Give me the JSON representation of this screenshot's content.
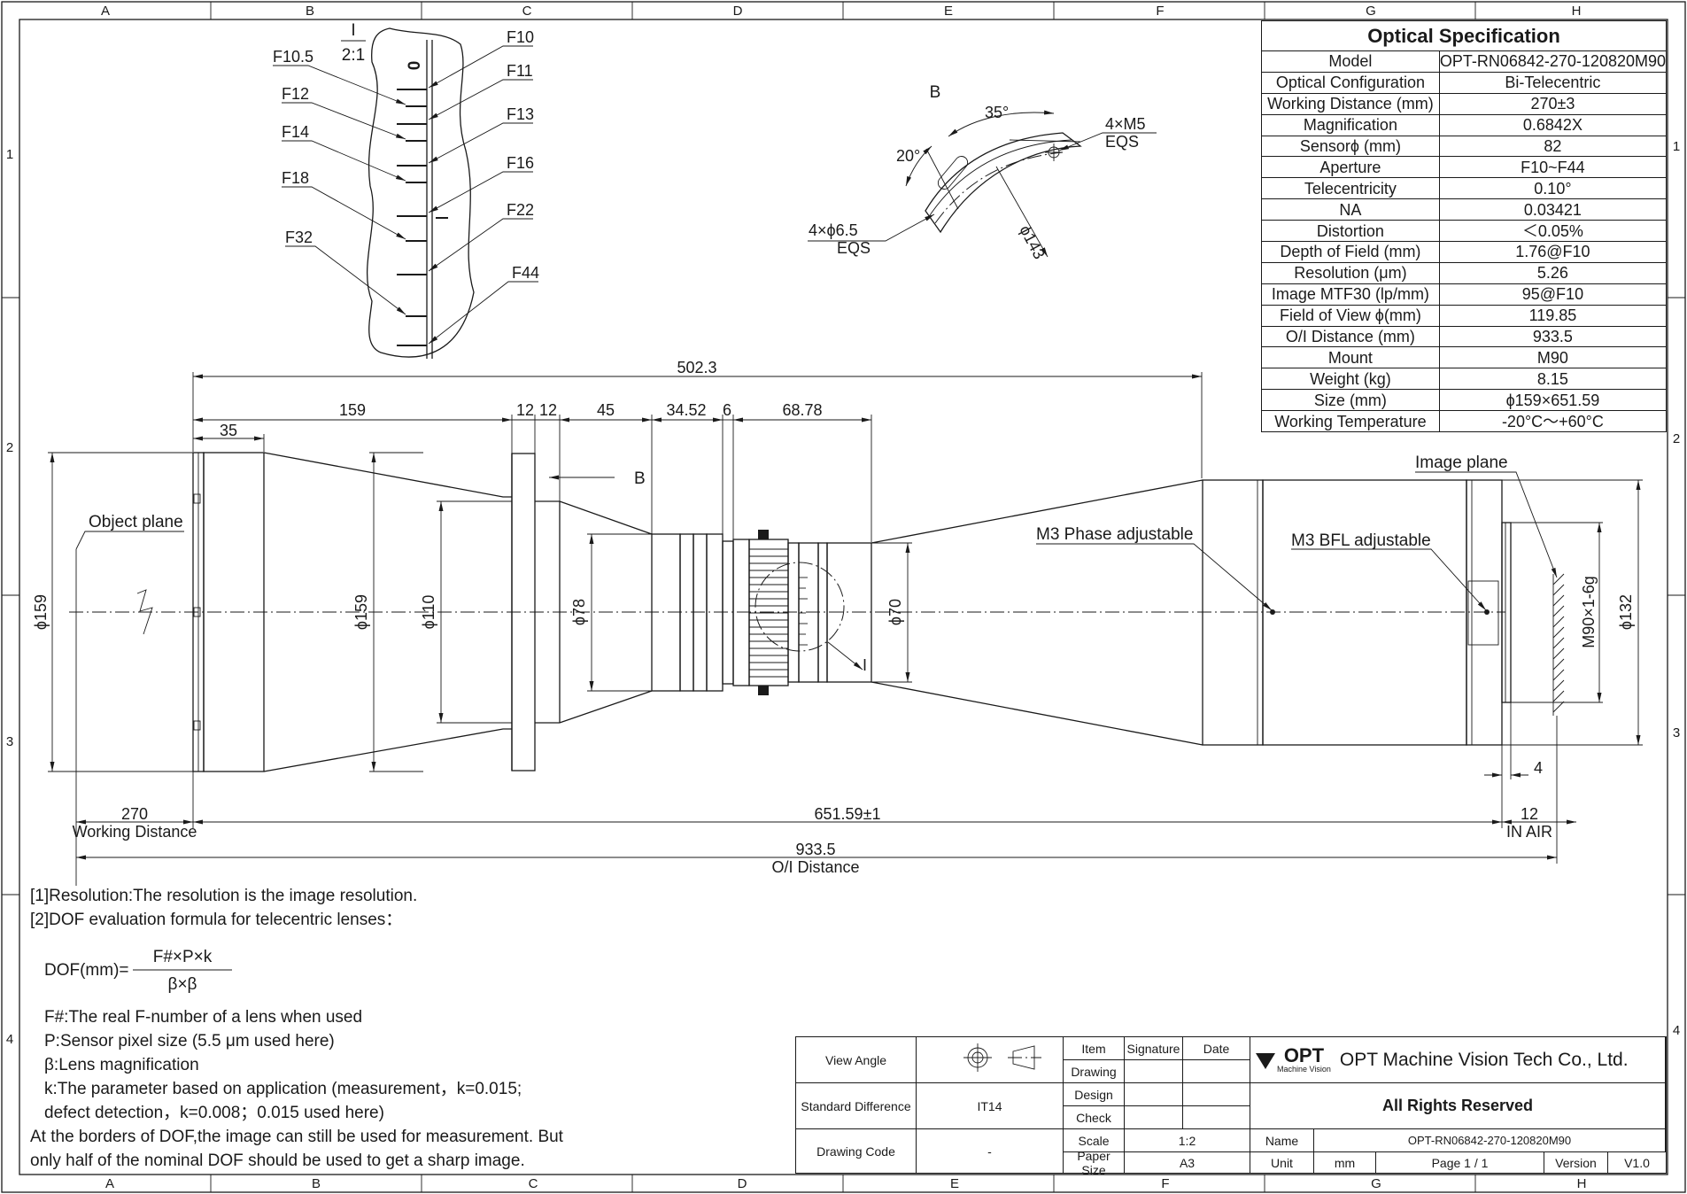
{
  "border": {
    "cols": [
      "A",
      "B",
      "C",
      "D",
      "E",
      "F",
      "G",
      "H"
    ],
    "rows": [
      "1",
      "2",
      "3",
      "4"
    ]
  },
  "detail_i": {
    "label": "I",
    "scale": "2:1",
    "mark": "0",
    "stops": [
      "F10",
      "F10.5",
      "F11",
      "F12",
      "F13",
      "F14",
      "F16",
      "F18",
      "F22",
      "F32",
      "F44"
    ]
  },
  "detail_b": {
    "label": "B",
    "angle1": "35°",
    "angle2": "20°",
    "thread": "4×M5",
    "thread_eqs": "EQS",
    "hole": "4×ϕ6.5",
    "hole_eqs": "EQS",
    "pcd": "ϕ143"
  },
  "spec": {
    "title": "Optical Specification",
    "rows": [
      [
        "Model",
        "OPT-RN06842-270-120820M90"
      ],
      [
        "Optical Configuration",
        "Bi-Telecentric"
      ],
      [
        "Working Distance (mm)",
        "270±3"
      ],
      [
        "Magnification",
        "0.6842X"
      ],
      [
        "Sensorϕ (mm)",
        "82"
      ],
      [
        "Aperture",
        "F10~F44"
      ],
      [
        "Telecentricity",
        "0.10°"
      ],
      [
        "NA",
        "0.03421"
      ],
      [
        "Distortion",
        "＜0.05%"
      ],
      [
        "Depth of Field (mm)",
        "1.76@F10"
      ],
      [
        "Resolution (μm)",
        "5.26"
      ],
      [
        "Image MTF30 (lp/mm)",
        "95@F10"
      ],
      [
        "Field of View ϕ(mm)",
        "119.85"
      ],
      [
        "O/I Distance (mm)",
        "933.5"
      ],
      [
        "Mount",
        "M90"
      ],
      [
        "Weight (kg)",
        "8.15"
      ],
      [
        "Size (mm)",
        "ϕ159×651.59"
      ],
      [
        "Working Temperature",
        "-20°C～+60°C"
      ]
    ]
  },
  "dims": {
    "d502": "502.3",
    "d159": "159",
    "d35": "35",
    "d12a": "12",
    "d12b": "12",
    "d45": "45",
    "d3452": "34.52",
    "d6": "6",
    "d6878": "68.78",
    "dia159a": "ϕ159",
    "dia159b": "ϕ159",
    "dia110": "ϕ110",
    "dia78": "ϕ78",
    "dia70": "ϕ70",
    "dia132": "ϕ132",
    "thread": "M90×1-6g",
    "b_ref": "B",
    "i_ref": "I",
    "d270": "270",
    "working": "Working Distance",
    "d65159": "651.59±1",
    "d12c": "12",
    "inair": "IN AIR",
    "d4": "4",
    "d9335": "933.5",
    "oi": "O/I Distance"
  },
  "callouts": {
    "object_plane": "Object plane",
    "image_plane": "Image plane",
    "phase": "M3 Phase adjustable",
    "bfl": "M3 BFL adjustable"
  },
  "notes": {
    "n1": "[1]Resolution:The resolution is  the image resolution.",
    "n2": "[2]DOF evaluation formula for telecentric lenses：",
    "dof_lhs": "DOF(mm)=",
    "dof_num": "F#×P×k",
    "dof_den": "β×β",
    "l1": "F#:The real F-number of a lens when used",
    "l2": "P:Sensor pixel size (5.5 μm used here)",
    "l3": "β:Lens magnification",
    "l4": "k:The parameter based on application (measurement，k=0.015;",
    "l5": "defect detection，k=0.008；0.015 used here)",
    "l6": "At the borders of DOF,the image can still be used for measurement. But",
    "l7": "only half of the nominal DOF should be used to get a sharp image."
  },
  "title_block": {
    "view_angle": "View Angle",
    "std_diff": "Standard Difference",
    "std_val": "IT14",
    "drawing_code": "Drawing Code",
    "code_val": "-",
    "item": "Item",
    "signature": "Signature",
    "date": "Date",
    "drawing": "Drawing",
    "design": "Design",
    "check": "Check",
    "scale": "Scale",
    "scale_val": "1:2",
    "paper": "Paper Size",
    "paper_val": "A3",
    "logo": "OPT",
    "logo_sub": "Machine Vision",
    "company": "OPT Machine Vision Tech Co., Ltd.",
    "rights": "All Rights Reserved",
    "name": "Name",
    "name_val": "OPT-RN06842-270-120820M90",
    "unit": "Unit",
    "unit_val": "mm",
    "page": "Page 1 / 1",
    "version": "Version",
    "version_val": "V1.0"
  }
}
